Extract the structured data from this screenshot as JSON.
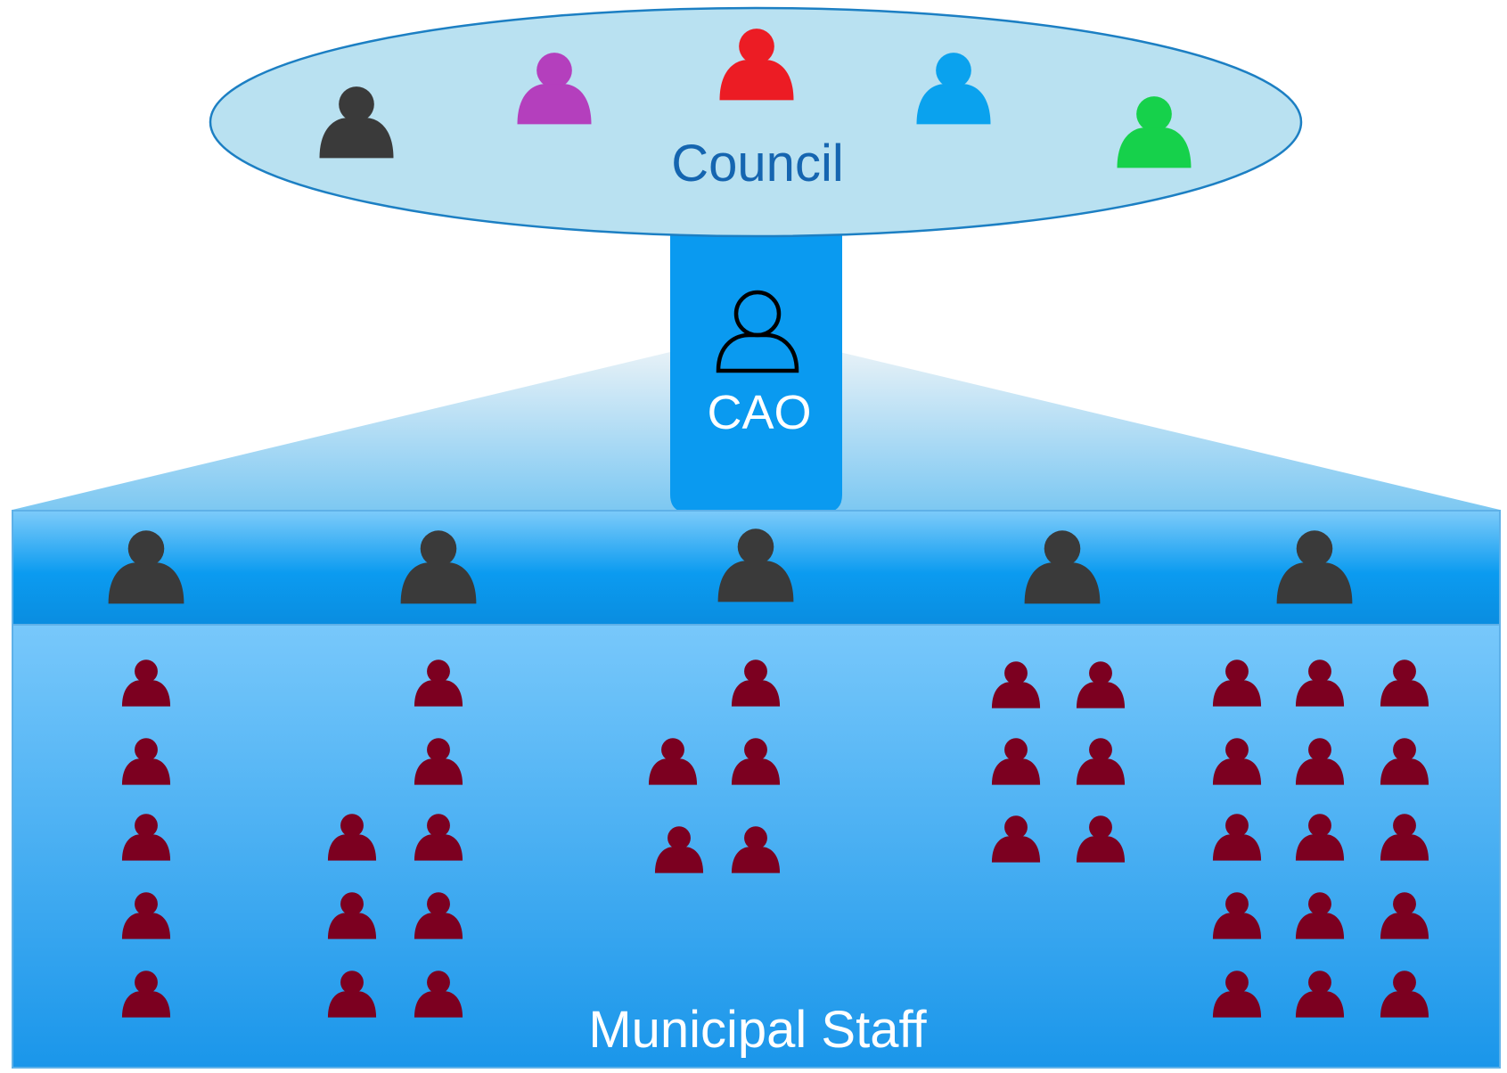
{
  "council": {
    "label": "Council",
    "member_colors": [
      "#3a3a3a",
      "#b43fbd",
      "#ec1c24",
      "#0aa2ee",
      "#16d14b"
    ]
  },
  "cao": {
    "label": "CAO"
  },
  "managers": {
    "count": 5,
    "color": "#3a3a3a"
  },
  "staff": {
    "label": "Municipal Staff",
    "color": "#7c0020",
    "department_counts": [
      5,
      8,
      5,
      6,
      15
    ]
  },
  "colors": {
    "council_fill": "#b9e1f1",
    "council_stroke": "#1c7fc3",
    "cao_column": "#0a9af0",
    "manager_band": "#0b9bf0",
    "staff_box_top": "#78c8fb",
    "staff_box_bottom": "#1a96ea"
  }
}
